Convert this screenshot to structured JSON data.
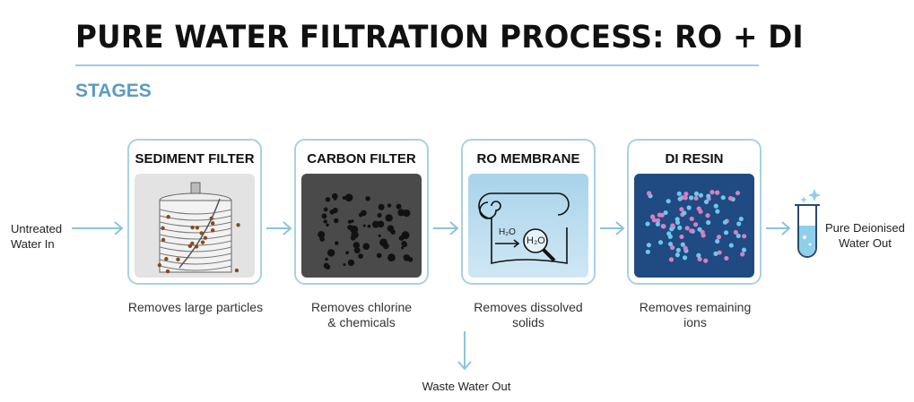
{
  "title": "PURE WATER FILTRATION PROCESS: RO + DI",
  "section": "STAGES",
  "input": {
    "line1": "Untreated",
    "line2": "Water In"
  },
  "output": {
    "line1": "Pure Deionised",
    "line2": "Water Out"
  },
  "waste": "Waste Water Out",
  "stages": [
    {
      "label": "SEDIMENT FILTER",
      "caption1": "Removes large particles",
      "caption2": ""
    },
    {
      "label": "CARBON FILTER",
      "caption1": "Removes chlorine",
      "caption2": "& chemicals"
    },
    {
      "label": "RO MEMBRANE",
      "caption1": "Removes dissolved",
      "caption2": "solids",
      "h2o": "H₂O"
    },
    {
      "label": "DI RESIN",
      "caption1": "Removes remaining",
      "caption2": "ions"
    }
  ],
  "colors": {
    "accent": "#5b9bbf",
    "border": "#a9d1e3",
    "arrow": "#8cc3dc",
    "carbon": "#4a4a4a",
    "ro": "#a8d3ea",
    "di": "#1f4a82",
    "cation": "#d77fc0",
    "anion": "#6fc6ea"
  }
}
